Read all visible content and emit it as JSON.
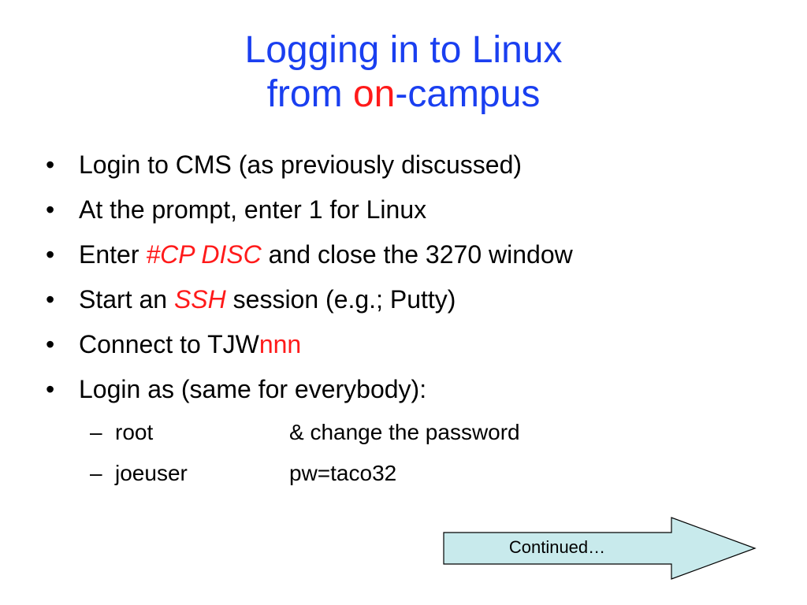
{
  "title": {
    "line1": "Logging in to Linux",
    "line2_before": "from ",
    "line2_accent": "on",
    "line2_after": "-campus"
  },
  "bullet_symbol": "•",
  "sub_symbol": "–",
  "bullets": [
    {
      "text": "Login to CMS (as previously discussed)"
    },
    {
      "text": "At the prompt, enter 1 for Linux"
    },
    {
      "before": "Enter ",
      "highlight": "#CP DISC",
      "after": " and close the 3270 window"
    },
    {
      "before": "Start an ",
      "highlight": "SSH",
      "after": " session (e.g.; Putty)"
    },
    {
      "before": "Connect to TJW",
      "highlight": "nnn"
    },
    {
      "text": "Login as (same for everybody):"
    }
  ],
  "accounts": [
    {
      "name": "root",
      "detail": "& change the password"
    },
    {
      "name": "joeuser",
      "detail": "pw=taco32"
    }
  ],
  "continue_button": {
    "label": "Continued…"
  },
  "colors": {
    "title": "#1a3ff0",
    "accent": "#ff1a1a",
    "arrow_fill": "#c8eaec"
  }
}
